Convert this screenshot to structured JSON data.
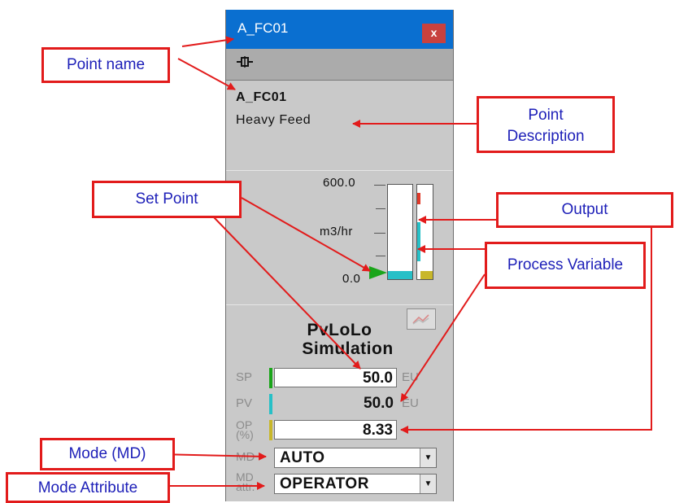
{
  "faceplate": {
    "window_title": "A_FC01",
    "close_label": "x",
    "point_name": "A_FC01",
    "point_description": "Heavy Feed",
    "scale_high": "600.0",
    "scale_low": "0.0",
    "units": "m3/hr",
    "process_variable_pct": 8.33,
    "set_point_pct": 8.33,
    "output_pct": 8.33,
    "alarm_state": "PvLoLo",
    "sim_state": "Simulation",
    "sp": {
      "label": "SP",
      "value": "50.0",
      "unit": "EU"
    },
    "pv": {
      "label": "PV",
      "value": "50.0",
      "unit": "EU"
    },
    "op": {
      "label_line1": "OP",
      "label_line2": "(%)",
      "value": "8.33"
    },
    "md": {
      "label": "MD",
      "value": "AUTO"
    },
    "mda": {
      "label_line1": "MD",
      "label_line2": "attr.",
      "value": "OPERATOR"
    }
  },
  "callouts": {
    "point_name": "Point name",
    "point_description_1": "Point",
    "point_description_2": "Description",
    "set_point": "Set Point",
    "output": "Output",
    "process_variable": "Process Variable",
    "mode": "Mode (MD)",
    "mode_attribute": "Mode Attribute"
  },
  "colors": {
    "title_bar": "#0a6fd0",
    "close_button": "#c8413e",
    "callout_border": "#e21b1b",
    "callout_text": "#1d1fb8",
    "sp_color": "#1aa51a",
    "pv_color": "#27c0c7",
    "op_color": "#c8b72a",
    "alarm_red": "#e03a2a"
  }
}
